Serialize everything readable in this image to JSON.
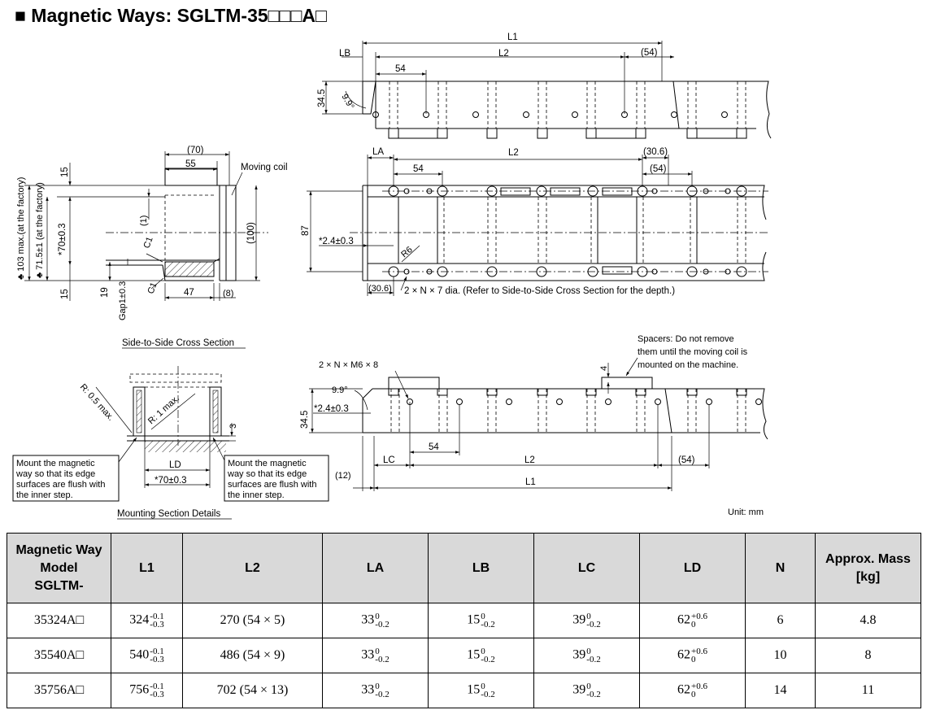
{
  "title": "■ Magnetic Ways: SGLTM-35□□□A□",
  "drawing": {
    "top_view": {
      "L1": "L1",
      "LB": "LB",
      "L2": "L2",
      "p54": "54",
      "p54b": "(54)",
      "h345": "34.5",
      "ang": "9.9°"
    },
    "plan_view": {
      "LA": "LA",
      "L2": "L2",
      "p306": "(30.6)",
      "p54": "54",
      "p54b": "(54)",
      "h87": "87",
      "d24": "*2.4±0.3",
      "R6": "R6",
      "p306b": "(30.6)",
      "note": "2 × N × 7 dia. (Refer to Side-to-Side Cross Section for the depth.)"
    },
    "cross_section": {
      "w70": "(70)",
      "w55": "55",
      "moving_coil": "Moving coil",
      "h15a": "15",
      "h1": "(1)",
      "c1a": "C1",
      "c1b": "C1",
      "h100": "(100)",
      "h103": "♣ 103 max.(at the factory)",
      "h715": "♣ 71.5±1 (at the factory)",
      "h70": "*70±0.3",
      "h15b": "15",
      "h19": "19",
      "gap": "Gap1±0.3",
      "w47": "47",
      "w8": "(8)",
      "caption": "Side-to-Side Cross Section"
    },
    "mounting": {
      "r05": "R: 0.5 max.",
      "r1": "R: 1 max.",
      "h3": "3",
      "LD": "LD",
      "w70": "*70±0.3",
      "left_note": [
        "Mount the magnetic",
        "way so that its edge",
        "surfaces are flush with",
        "the inner step."
      ],
      "right_note": [
        "Mount the magnetic",
        "way so that its edge",
        "surfaces are flush with",
        "the inner step."
      ],
      "caption": "Mounting Section Details"
    },
    "side_view": {
      "spacer_note": [
        "Spacers: Do not remove",
        "them until the moving coil is",
        "mounted on the machine."
      ],
      "m6": "2 × N × M6 × 8",
      "h4": "4",
      "ang": "9.9°",
      "h345": "34.5",
      "d24": "*2.4±0.3",
      "p54": "54",
      "LC": "LC",
      "L2": "L2",
      "p54b": "(54)",
      "p12": "(12)",
      "L1": "L1"
    },
    "unit": "Unit: mm"
  },
  "table": {
    "headers": [
      "Magnetic Way Model SGLTM-",
      "L1",
      "L2",
      "LA",
      "LB",
      "LC",
      "LD",
      "N",
      "Approx. Mass [kg]"
    ],
    "rows": [
      {
        "model": "35324A□",
        "l1": {
          "v": "324",
          "up": "-0.1",
          "lo": "-0.3"
        },
        "l2": "270 (54 × 5)",
        "la": {
          "v": "33",
          "up": "0",
          "lo": "-0.2"
        },
        "lb": {
          "v": "15",
          "up": "0",
          "lo": "-0.2"
        },
        "lc": {
          "v": "39",
          "up": "0",
          "lo": "-0.2"
        },
        "ld": {
          "v": "62",
          "up": "+0.6",
          "lo": "0"
        },
        "n": "6",
        "mass": "4.8"
      },
      {
        "model": "35540A□",
        "l1": {
          "v": "540",
          "up": "-0.1",
          "lo": "-0.3"
        },
        "l2": "486 (54 × 9)",
        "la": {
          "v": "33",
          "up": "0",
          "lo": "-0.2"
        },
        "lb": {
          "v": "15",
          "up": "0",
          "lo": "-0.2"
        },
        "lc": {
          "v": "39",
          "up": "0",
          "lo": "-0.2"
        },
        "ld": {
          "v": "62",
          "up": "+0.6",
          "lo": "0"
        },
        "n": "10",
        "mass": "8"
      },
      {
        "model": "35756A□",
        "l1": {
          "v": "756",
          "up": "-0.1",
          "lo": "-0.3"
        },
        "l2": "702 (54 × 13)",
        "la": {
          "v": "33",
          "up": "0",
          "lo": "-0.2"
        },
        "lb": {
          "v": "15",
          "up": "0",
          "lo": "-0.2"
        },
        "lc": {
          "v": "39",
          "up": "0",
          "lo": "-0.2"
        },
        "ld": {
          "v": "62",
          "up": "+0.6",
          "lo": "0"
        },
        "n": "14",
        "mass": "11"
      }
    ]
  }
}
